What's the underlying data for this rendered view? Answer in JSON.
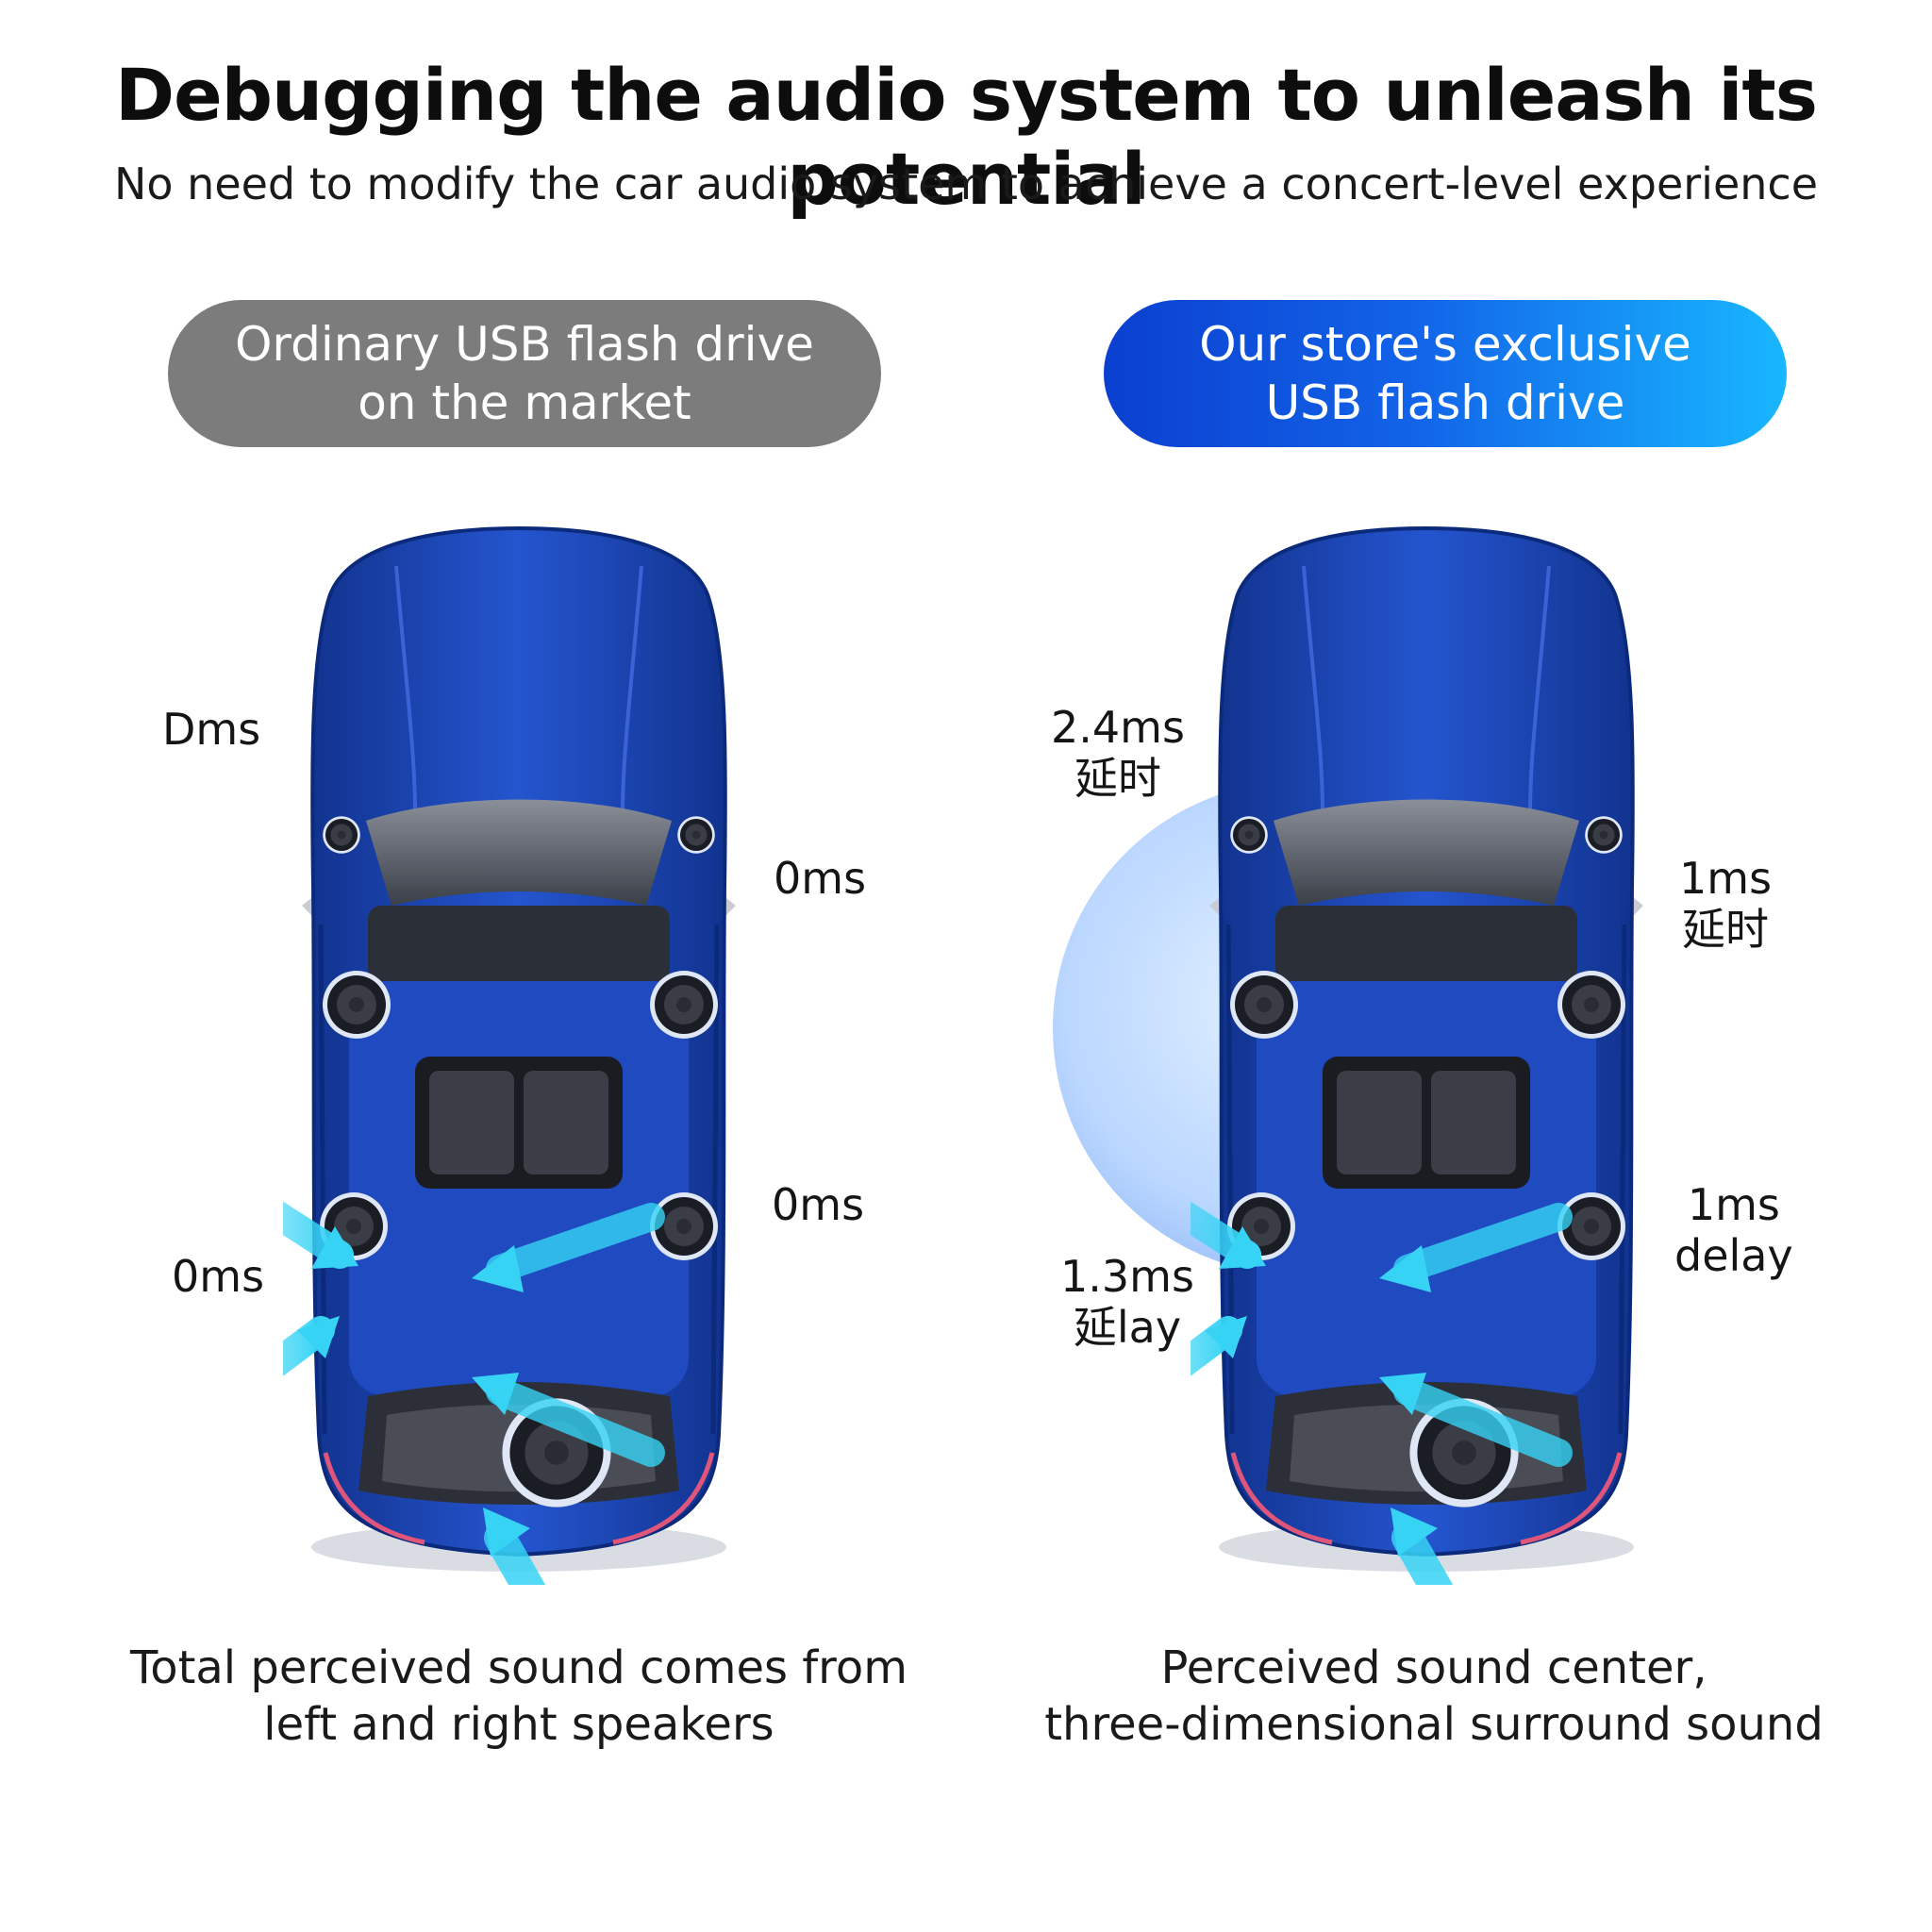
{
  "header": {
    "title": "Debugging the audio system to unleash its potential",
    "subtitle": "No need to modify the car audio system to achieve a concert-level experience"
  },
  "left_panel": {
    "pill_line1": "Ordinary USB flash drive",
    "pill_line2": "on the market",
    "labels": {
      "front_left": "Dms",
      "front_right": "0ms",
      "rear_right": "0ms",
      "rear_left": "0ms"
    },
    "caption_line1": "Total perceived sound comes from",
    "caption_line2": "left and right speakers"
  },
  "right_panel": {
    "pill_line1": "Our store's exclusive",
    "pill_line2": "USB flash drive",
    "labels": {
      "front_left_1": "2.4ms",
      "front_left_2": "延时",
      "front_right_1": "1ms",
      "front_right_2": "延时",
      "rear_right_1": "1ms",
      "rear_right_2": "delay",
      "rear_left_1": "1.3ms",
      "rear_left_2": "延lay"
    },
    "caption_line1": "Perceived sound center,",
    "caption_line2": "three-dimensional surround sound"
  },
  "colors": {
    "car_body": "#1d47b8",
    "car_dark": "#0f2f86",
    "arrow": "#36d3f5",
    "pill_gray": "#7c7c7c",
    "pill_blue_start": "#0b3fcf",
    "pill_blue_end": "#18b7ff"
  }
}
